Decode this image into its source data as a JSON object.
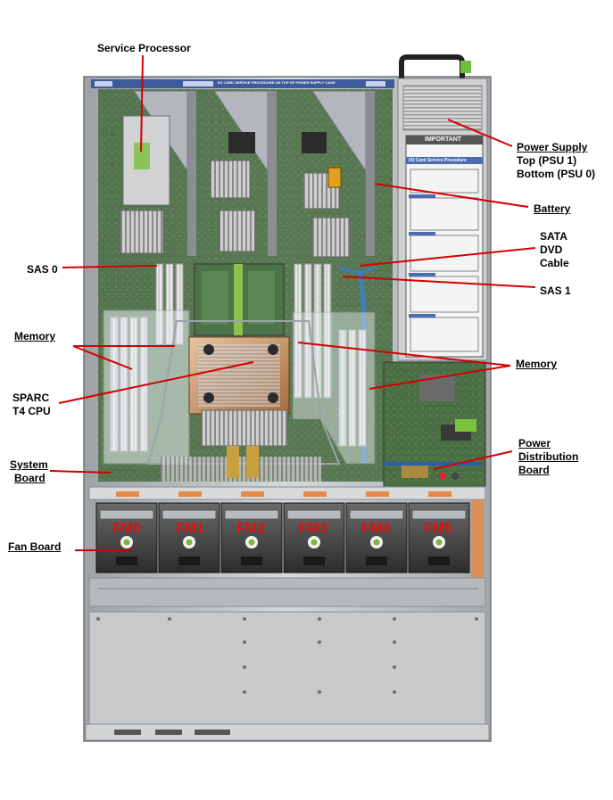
{
  "labels": {
    "service_processor": "Service Processor",
    "power_supply": {
      "title": "Power Supply",
      "line2": "Top (PSU 1)",
      "line3": "Bottom (PSU 0)"
    },
    "battery": "Battery",
    "sata_dvd_cable": {
      "line1": "SATA",
      "line2": "DVD",
      "line3": "Cable"
    },
    "sas0": "SAS 0",
    "sas1": "SAS 1",
    "memory_left": "Memory",
    "memory_right": "Memory",
    "cpu": {
      "line1": "SPARC",
      "line2": "T4 CPU"
    },
    "system_board": {
      "line1": "System",
      "line2": "Board"
    },
    "power_distribution_board": {
      "line1": "Power",
      "line2": "Distribution",
      "line3": "Board"
    },
    "fan_board": "Fan Board"
  },
  "fans": [
    "FM0",
    "FM1",
    "FM2",
    "FM3",
    "FM4",
    "FM5"
  ],
  "chassis_text": {
    "top_banner": "I/O CARD SERVICE PROCEDURE ON TOP OF POWER SUPPLY CAGE",
    "important_card_title": "IMPORTANT",
    "important_card_subtitle": "I/O Card Service Procedure"
  },
  "colors": {
    "callout_line": "#d40000",
    "fan_label": "#e01010",
    "chassis_metal": "#c9cbcd",
    "board_green": "#3e6b3a"
  }
}
